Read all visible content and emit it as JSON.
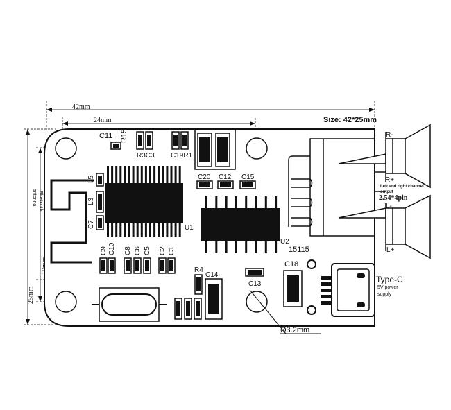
{
  "dimensions": {
    "length": "42mm",
    "hole_spacing": "24mm",
    "height": "25mm",
    "hole_offset": "19mm",
    "hole_diameter": "Ø3.2mm",
    "size": "Size: 42*25mm"
  },
  "labels": {
    "bluetooth_line1": "Bluetooth",
    "bluetooth_line2": "antenna",
    "speaker_desc_line1": "Left and right channel",
    "speaker_desc_line2": "output",
    "speaker_pins": "2.54*4pin",
    "power_title": "Type-C",
    "power_line1": "5V power",
    "power_line2": "supply",
    "chip_marking": "15115",
    "r_minus": "R-",
    "r_plus": "R+",
    "l_minus": "L-",
    "l_plus": "L+"
  },
  "components": {
    "c11": "C11",
    "r15": "R15",
    "r3c3": "R3C3",
    "c19r1": "C19R1",
    "c20": "C20",
    "c12": "C12",
    "c15": "C15",
    "l5": "L5",
    "l3": "L3",
    "c7": "C7",
    "u1": "U1",
    "u2": "U2",
    "c9": "C9",
    "c10": "C10",
    "c8": "C8",
    "c6": "C6",
    "c5": "C5",
    "c2": "C2",
    "c1": "C1",
    "r4": "R4",
    "c14": "C14",
    "c13": "C13",
    "c18": "C18"
  },
  "colors": {
    "ink": "#111111",
    "background": "#ffffff"
  }
}
